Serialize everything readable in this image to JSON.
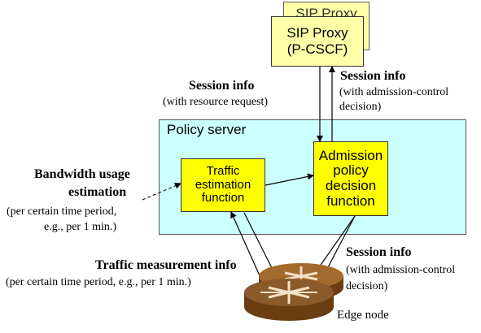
{
  "sip_proxy": {
    "back_label": "SIP Proxy",
    "line1": "SIP Proxy",
    "line2": "(P-CSCF)"
  },
  "session_info_left": {
    "title": "Session info",
    "subtitle": "(with resource request)"
  },
  "session_info_right_top": {
    "title": "Session info",
    "subtitle_line1": "(with admission-control",
    "subtitle_line2": "decision)"
  },
  "policy_server": {
    "title": "Policy server"
  },
  "traffic_estimation": {
    "line1": "Traffic",
    "line2": "estimation",
    "line3": "function"
  },
  "admission_policy": {
    "line1": "Admission",
    "line2": "policy",
    "line3": "decision",
    "line4": "function"
  },
  "bandwidth": {
    "title_line1": "Bandwidth usage",
    "title_line2": "estimation",
    "sub_line1": "(per certain time period,",
    "sub_line2": "e.g., per 1 min.)"
  },
  "session_info_bottom": {
    "title": "Session info",
    "subtitle_line1": "(with admission-control",
    "subtitle_line2": "decision)"
  },
  "traffic_measurement": {
    "title": "Traffic measurement info",
    "subtitle": "(per certain time period, e.g., per 1 min.)"
  },
  "edge_node": {
    "label": "Edge node"
  },
  "colors": {
    "policy_fill": "#ccffff",
    "function_fill": "#ffff00",
    "proxy_fill": "#ffffa8",
    "router_fill": "#8b5a2b"
  }
}
